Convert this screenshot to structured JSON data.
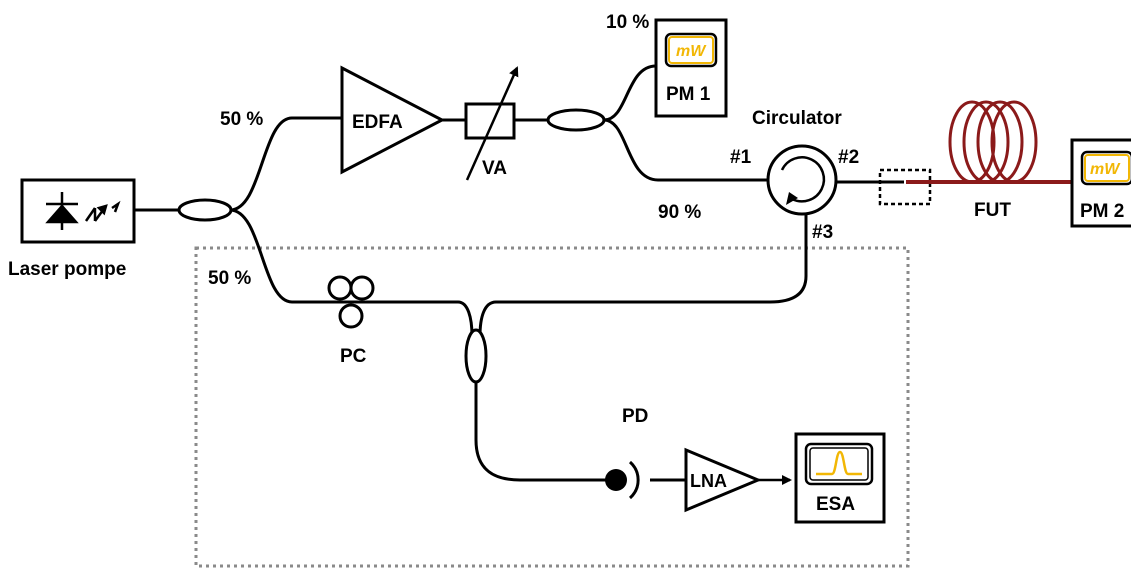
{
  "colors": {
    "line": "#000000",
    "fiber_under_test": "#8b1a1a",
    "display_accent": "#f2b705",
    "enclosure_dash": "#8a8a8a"
  },
  "labels": {
    "laser": "Laser pompe",
    "split_upper": "50 %",
    "split_lower": "50 %",
    "edfa": "EDFA",
    "va": "VA",
    "tap_small": "10 %",
    "tap_large": "90 %",
    "pm1": "PM 1",
    "pm2": "PM 2",
    "pm_display": "mW",
    "circulator": "Circulator",
    "port1": "#1",
    "port2": "#2",
    "port3": "#3",
    "fut": "FUT",
    "pc": "PC",
    "pd": "PD",
    "lna": "LNA",
    "esa": "ESA"
  },
  "icons": {
    "laser": "laser-diode-icon",
    "pc": "polarization-controller-icon",
    "pd": "photodiode-icon",
    "esa_screen": "spectrum-peak-icon",
    "circulator": "circulator-arrow-icon"
  }
}
